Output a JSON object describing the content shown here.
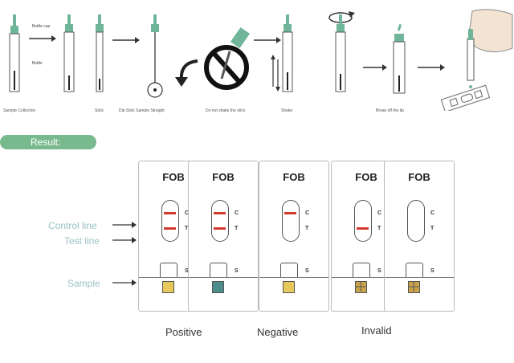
{
  "procedure": {
    "steps": [
      {
        "label": "Sample Collection",
        "annotations": [
          "Bottle cap",
          "Bottle"
        ]
      },
      {
        "label": "Stick",
        "annotations": []
      },
      {
        "label": "Dip Stick Sample Straight",
        "annotations": []
      },
      {
        "label": "Do not shake the stick",
        "annotations": []
      },
      {
        "label": "Shake",
        "annotations": []
      },
      {
        "label": "Break off the tip",
        "annotations": []
      }
    ]
  },
  "result": {
    "title": "Result:",
    "legend": {
      "control_line": "Control line",
      "test_line": "Test line",
      "sample": "Sample"
    },
    "cassette_title": "FOB",
    "marks": {
      "c": "C",
      "t": "T",
      "s": "S"
    },
    "groups": {
      "positive": "Positive",
      "negative": "Negative",
      "invalid": "Invalid"
    },
    "cassettes": [
      {
        "group": "Positive",
        "control_line": true,
        "test_line": true,
        "sample_color": "#e6c95a"
      },
      {
        "group": "Positive",
        "control_line": true,
        "test_line": true,
        "sample_color": "#4e8c8c"
      },
      {
        "group": "Negative",
        "control_line": true,
        "test_line": false,
        "sample_color": "#e6c95a"
      },
      {
        "group": "Invalid",
        "control_line": false,
        "test_line": true,
        "sample_color": "#c9a24a"
      },
      {
        "group": "Invalid",
        "control_line": false,
        "test_line": false,
        "sample_color": "#c9a24a"
      }
    ]
  },
  "colors": {
    "accent_green": "#79b98e",
    "line_red": "#d4392e",
    "tube_cap": "#6fb59a",
    "legend_text": "#9cc3c6"
  }
}
